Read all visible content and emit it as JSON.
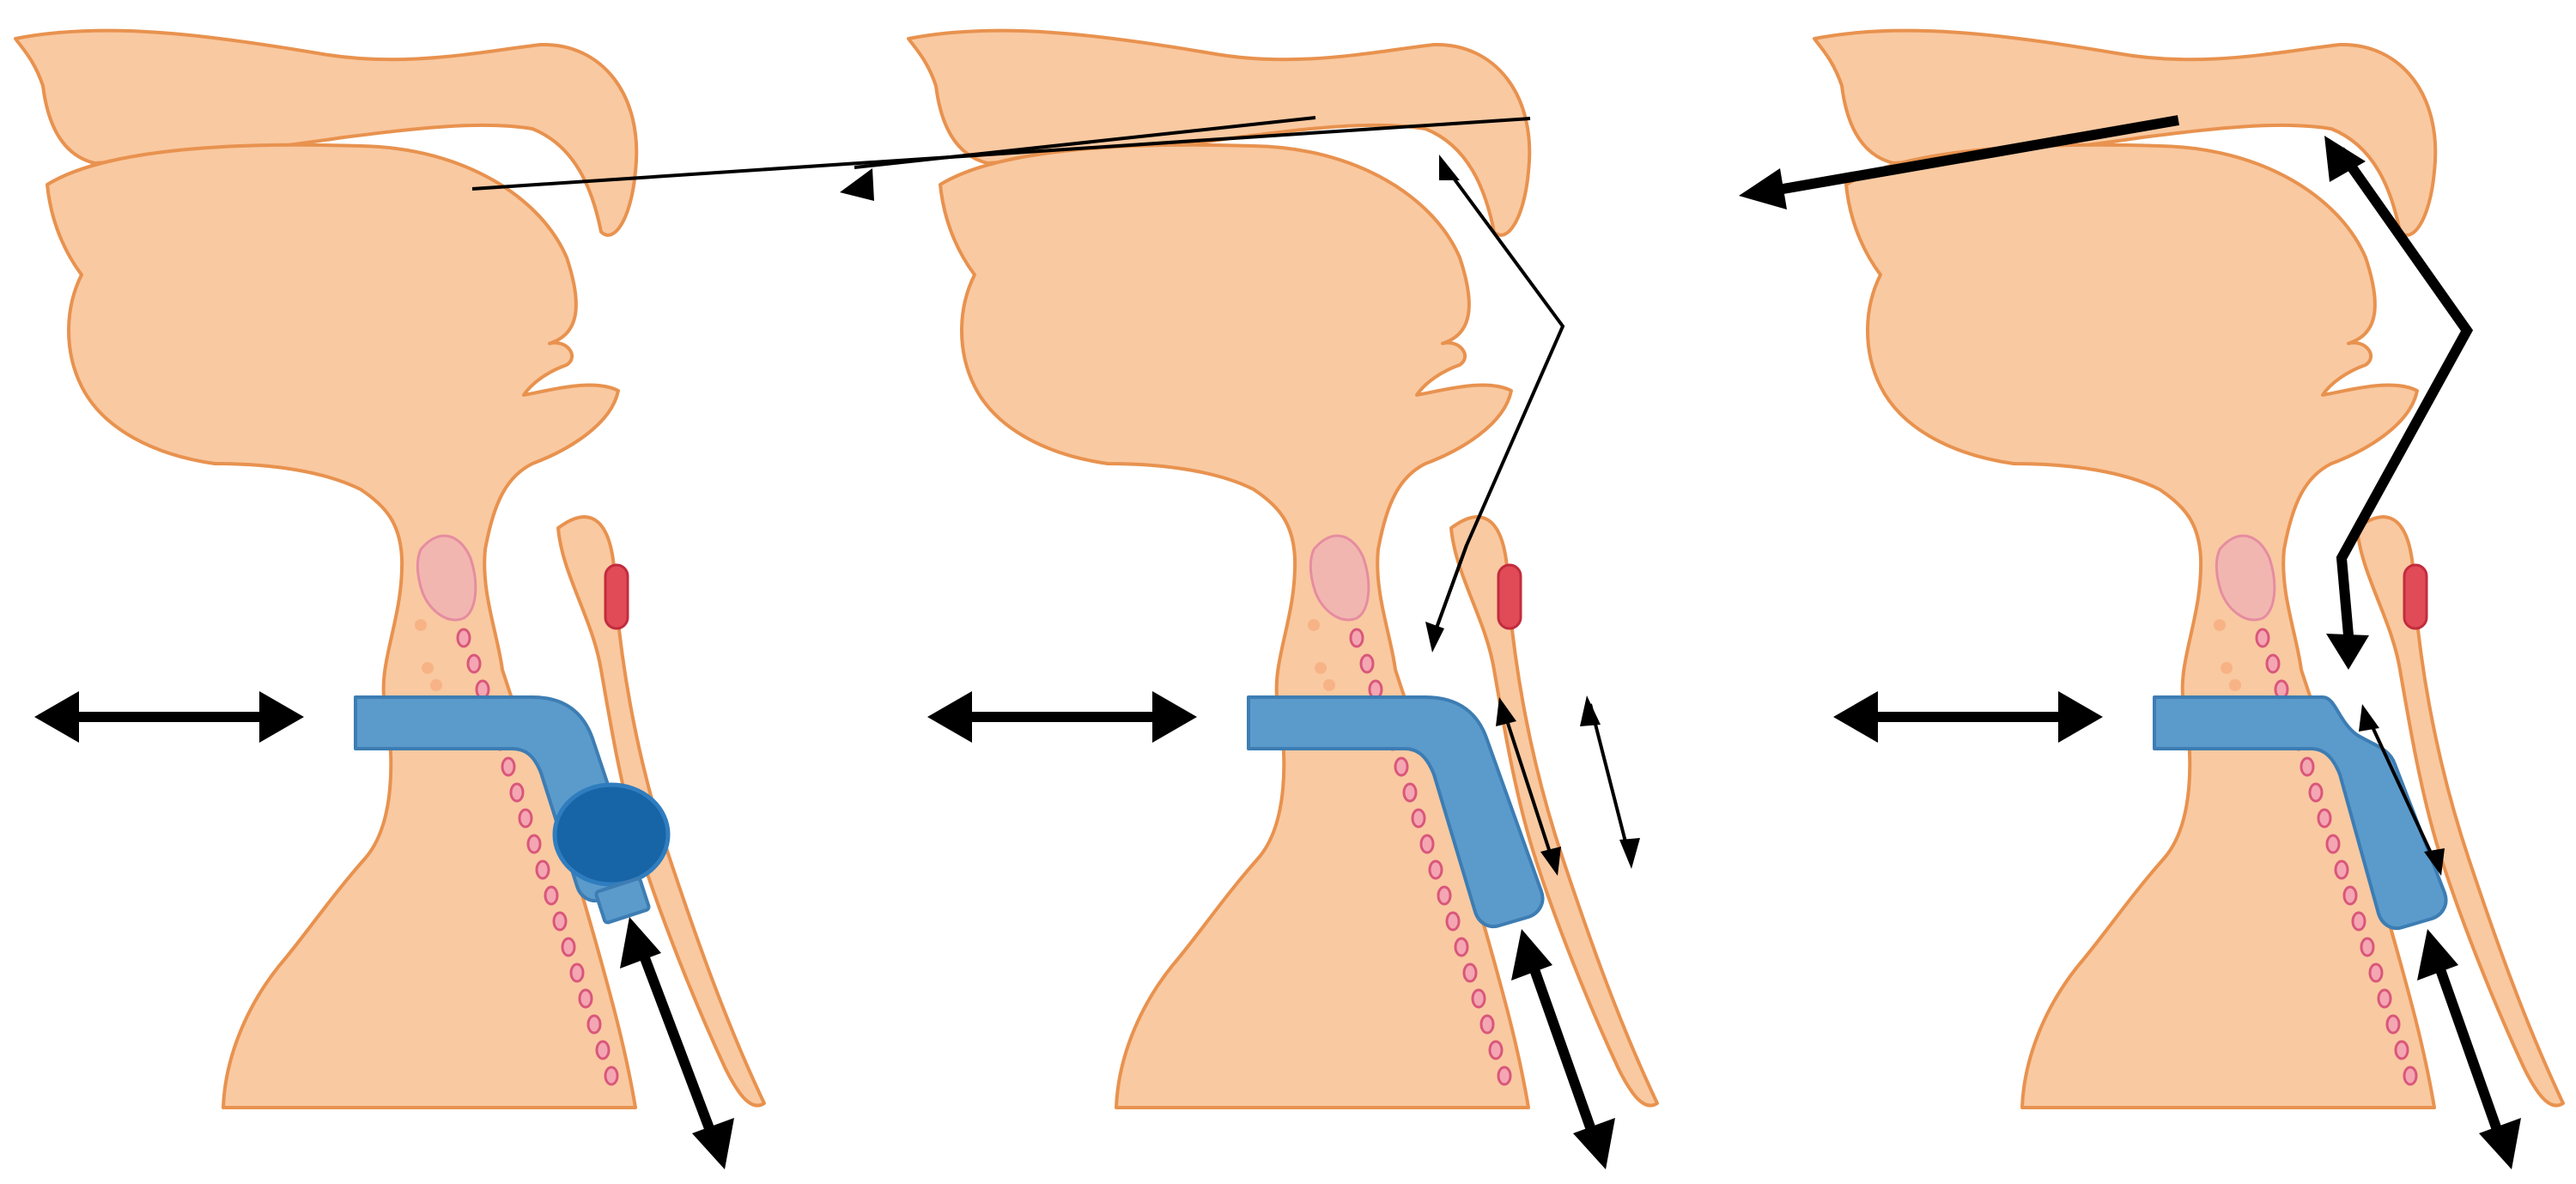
{
  "figure": {
    "panels": [
      {
        "id": "panel-1",
        "device": "cuffed-tracheostomy-tube",
        "cuff_inflated": true
      },
      {
        "id": "panel-2",
        "device": "uncuffed-tracheostomy-tube",
        "cuff_inflated": false
      },
      {
        "id": "panel-3",
        "device": "fenestrated-tracheostomy-tube",
        "cuff_inflated": false
      }
    ],
    "colors": {
      "tissue_fill": "#f9c9a1",
      "tissue_outline": "#e8924f",
      "tube": "#5a9bcc",
      "cuff": "#1765a6",
      "cartilage": "#f4a6b3",
      "vessel": "#e14b57",
      "airflow_arrow": "#000000"
    }
  }
}
